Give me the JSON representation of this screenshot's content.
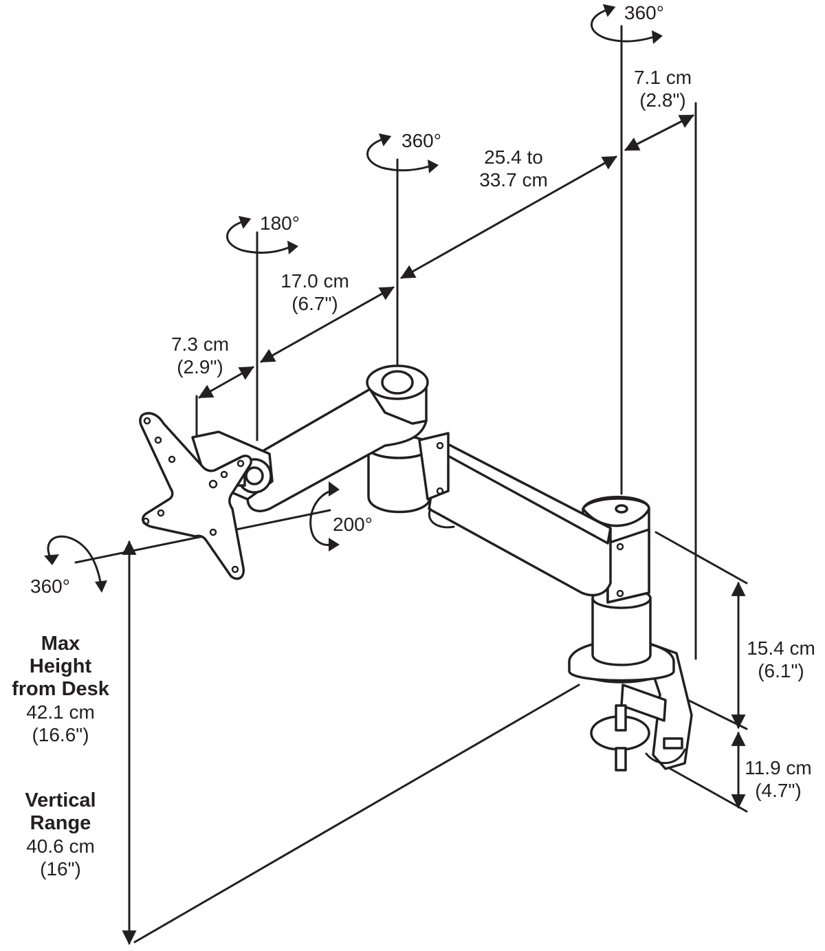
{
  "colors": {
    "ink": "#231f20",
    "background": "#ffffff"
  },
  "rotations": {
    "top_right": "360°",
    "upper_pivot": "360°",
    "middle_pivot": "180°",
    "tilt": "200°",
    "monitor": "360°"
  },
  "dimensions": {
    "clamp_offset": {
      "cm": "7.1 cm",
      "in": "(2.8\")"
    },
    "arm_long": {
      "cm_line1": "25.4 to",
      "cm_line2": "33.7 cm"
    },
    "arm_mid": {
      "cm": "17.0 cm",
      "in": "(6.7\")"
    },
    "arm_short": {
      "cm": "7.3 cm",
      "in": "(2.9\")"
    },
    "pole_height": {
      "cm": "15.4 cm",
      "in": "(6.1\")"
    },
    "clamp_depth": {
      "cm": "11.9 cm",
      "in": "(4.7\")"
    }
  },
  "max_height": {
    "line1": "Max",
    "line2": "Height",
    "line3": "from Desk",
    "cm": "42.1 cm",
    "in": "(16.6\")"
  },
  "vertical_range": {
    "line1": "Vertical",
    "line2": "Range",
    "cm": "40.6 cm",
    "in": "(16\")"
  }
}
